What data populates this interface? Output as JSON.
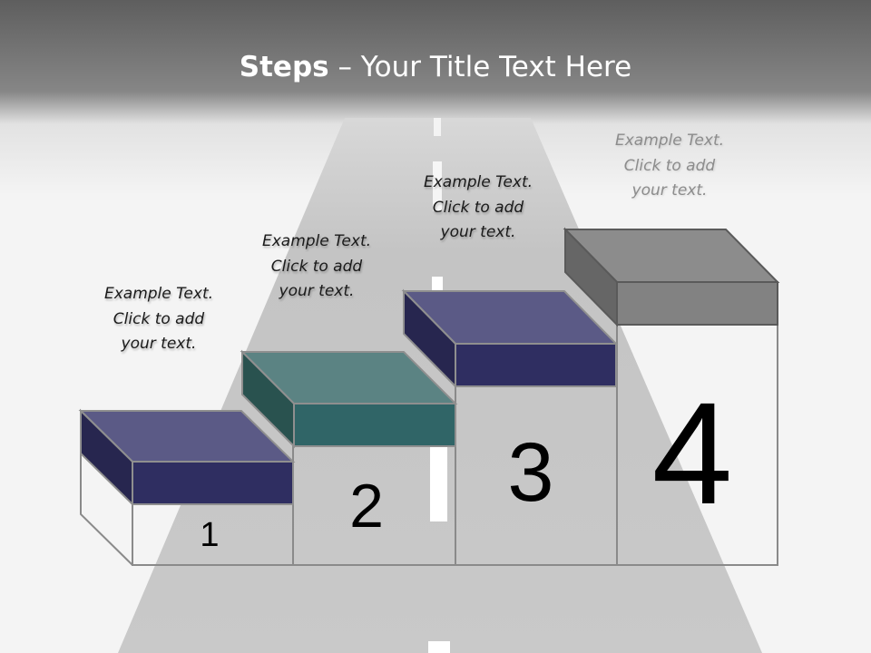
{
  "title": {
    "bold": "Steps",
    "rest": " – Your Title Text Here"
  },
  "steps": [
    {
      "number": "1",
      "caption": [
        "Example Text.",
        "Click  to add",
        "your text."
      ],
      "top_color": "#5b5a86",
      "front_color": "#2f2e61",
      "side_color": "#27264f"
    },
    {
      "number": "2",
      "caption": [
        "Example Text.",
        "Click  to add",
        "your text."
      ],
      "top_color": "#5b8383",
      "front_color": "#306567",
      "side_color": "#29524f"
    },
    {
      "number": "3",
      "caption": [
        "Example Text.",
        "Click  to add",
        "your text."
      ],
      "top_color": "#5b5a86",
      "front_color": "#2f2e61",
      "side_color": "#27264f"
    },
    {
      "number": "4",
      "caption": [
        "Example Text.",
        "Click  to add",
        "your text."
      ],
      "top_color": "#8c8c8c",
      "front_color": "#828282",
      "side_color": "#666666"
    }
  ]
}
